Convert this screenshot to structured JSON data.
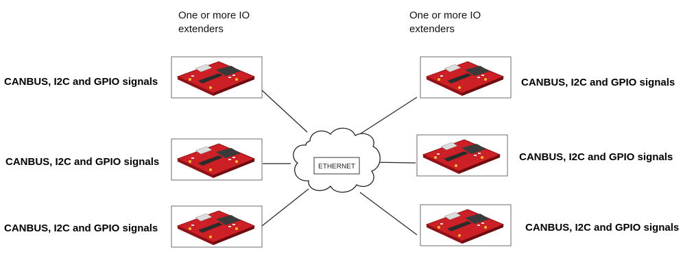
{
  "headings": {
    "left": "One or more IO\nextenders",
    "right": "One or more IO\nextenders"
  },
  "cloud_label": "ETHERNET",
  "signals": {
    "left": [
      "CANBUS, I2C and GPIO signals",
      "CANBUS, I2C and GPIO signals",
      "CANBUS, I2C and GPIO signals"
    ],
    "right": [
      "CANBUS, I2C and GPIO signals",
      "CANBUS, I2C and GPIO signals",
      "CANBUS, I2C and GPIO signals"
    ]
  },
  "icons": {
    "board": "io-extender-board-icon",
    "cloud": "ethernet-cloud-icon"
  },
  "colors": {
    "pcb": "#cc1f26",
    "pcb_dark": "#8f1218",
    "chip": "#3a3a3a",
    "line": "#222222"
  }
}
